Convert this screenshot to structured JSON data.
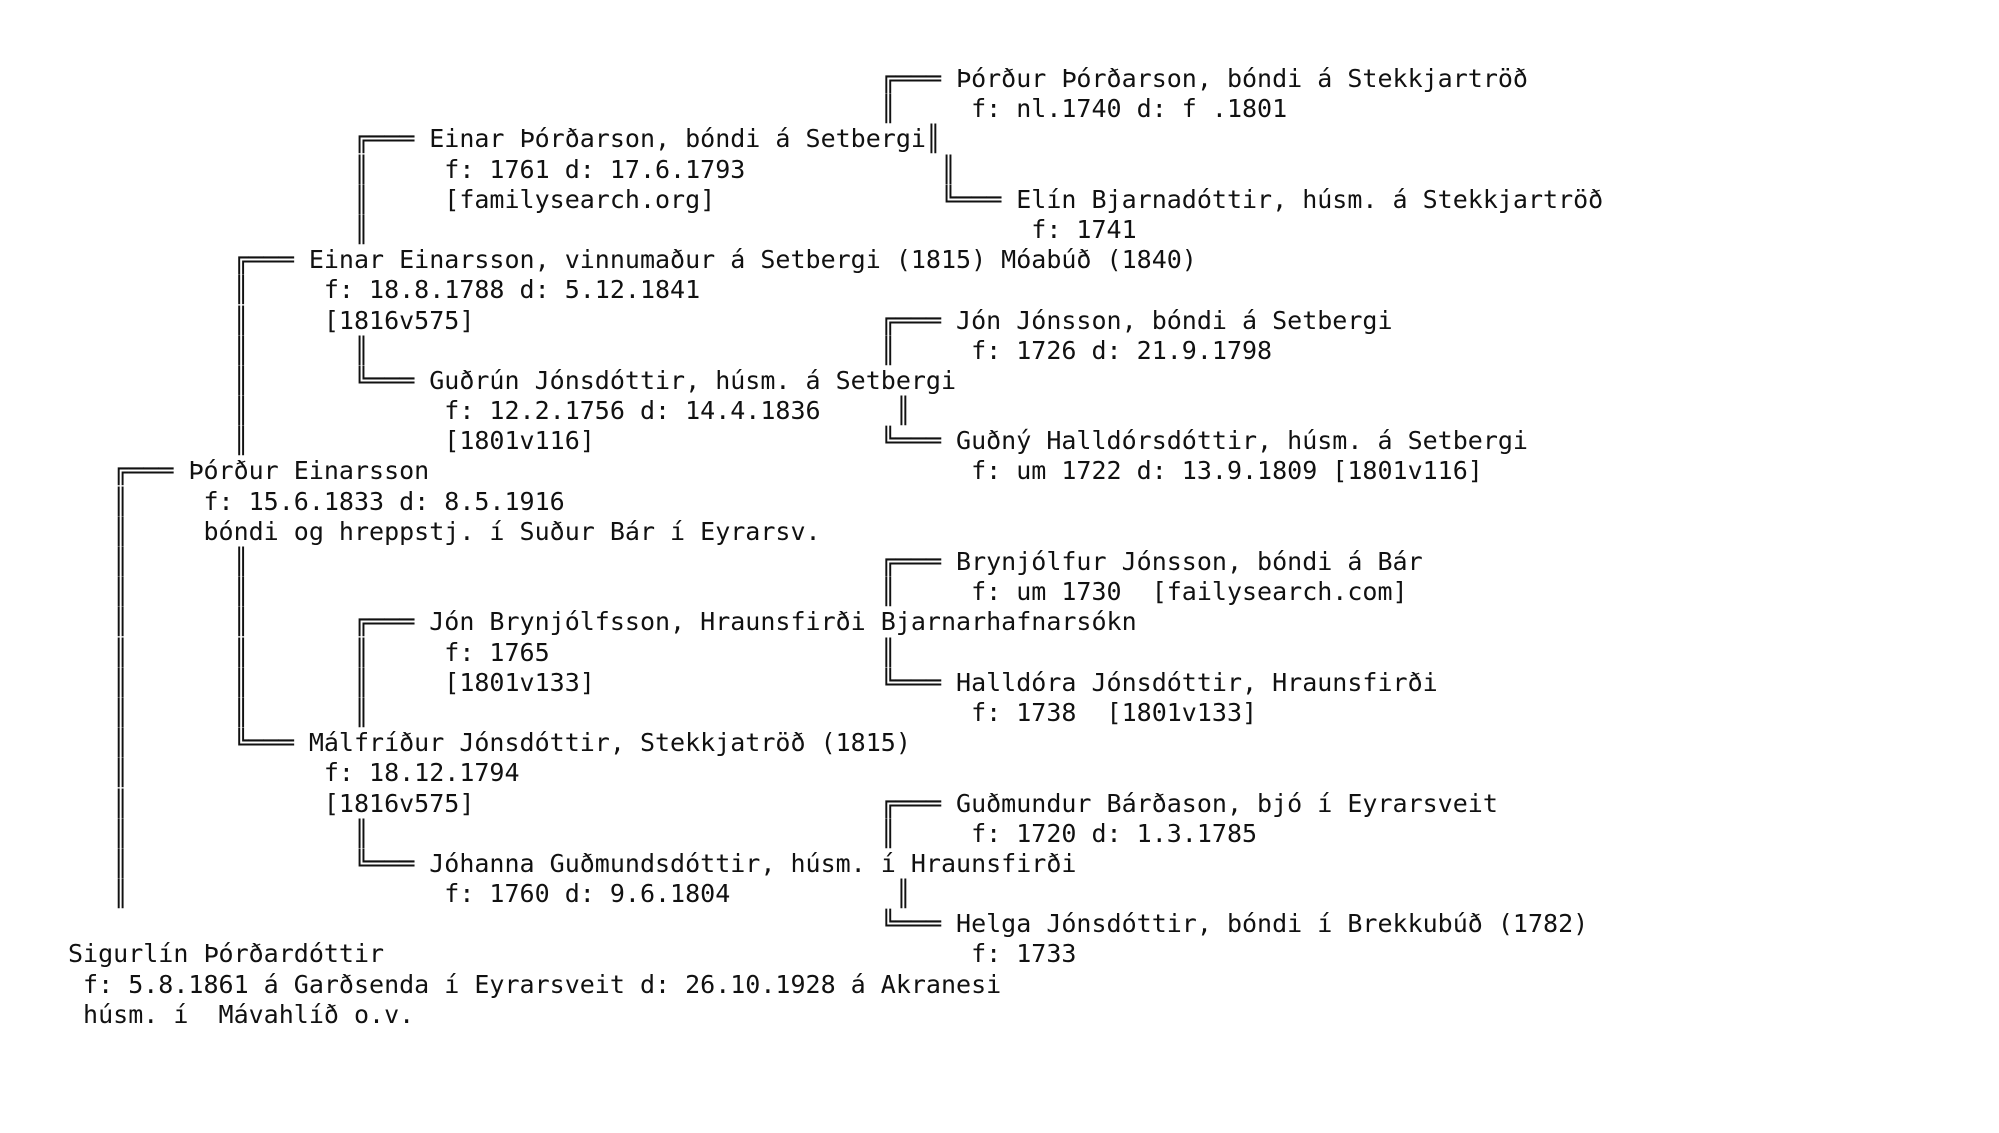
{
  "lines": [
    "                                                      ╔═══ Þórður Þórðarson, bóndi á Stekkjartröð",
    "                                                      ║     f: nl.1740 d: f .1801",
    "                   ╔═══ Einar Þórðarson, bóndi á Setbergi║",
    "                   ║     f: 1761 d: 17.6.1793             ║",
    "                   ║     [familysearch.org]               ╚═══ Elín Bjarnadóttir, húsm. á Stekkjartröð",
    "                   ║                                            f: 1741",
    "           ╔═══ Einar Einarsson, vinnumaður á Setbergi (1815) Móabúð (1840)",
    "           ║     f: 18.8.1788 d: 5.12.1841",
    "           ║     [1816v575]                           ╔═══ Jón Jónsson, bóndi á Setbergi",
    "           ║       ║                                  ║     f: 1726 d: 21.9.1798",
    "           ║       ╚═══ Guðrún Jónsdóttir, húsm. á Setbergi",
    "           ║             f: 12.2.1756 d: 14.4.1836     ║",
    "           ║             [1801v116]                   ╚═══ Guðný Halldórsdóttir, húsm. á Setbergi",
    "   ╔═══ Þórður Einarsson                                    f: um 1722 d: 13.9.1809 [1801v116]",
    "   ║     f: 15.6.1833 d: 8.5.1916",
    "   ║     bóndi og hreppstj. í Suður Bár í Eyrarsv.",
    "   ║       ║                                          ╔═══ Brynjólfur Jónsson, bóndi á Bár",
    "   ║       ║                                          ║     f: um 1730  [failysearch.com]",
    "   ║       ║       ╔═══ Jón Brynjólfsson, Hraunsfirði Bjarnarhafnarsókn",
    "   ║       ║       ║     f: 1765                      ║",
    "   ║       ║       ║     [1801v133]                   ╚═══ Halldóra Jónsdóttir, Hraunsfirði",
    "   ║       ║       ║                                        f: 1738  [1801v133]",
    "   ║       ╚═══ Málfríður Jónsdóttir, Stekkjatröð (1815)",
    "   ║             f: 18.12.1794",
    "   ║             [1816v575]                           ╔═══ Guðmundur Bárðason, bjó í Eyrarsveit",
    "   ║               ║                                  ║     f: 1720 d: 1.3.1785",
    "   ║               ╚═══ Jóhanna Guðmundsdóttir, húsm. í Hraunsfirði",
    "   ║                     f: 1760 d: 9.6.1804           ║",
    "                                                      ╚═══ Helga Jónsdóttir, bóndi í Brekkubúð (1782)",
    "Sigurlín Þórðardóttir                                       f: 1733",
    " f: 5.8.1861 á Garðsenda í Eyrarsveit d: 26.10.1928 á Akranesi",
    " húsm. í  Mávahlíð o.v."
  ]
}
